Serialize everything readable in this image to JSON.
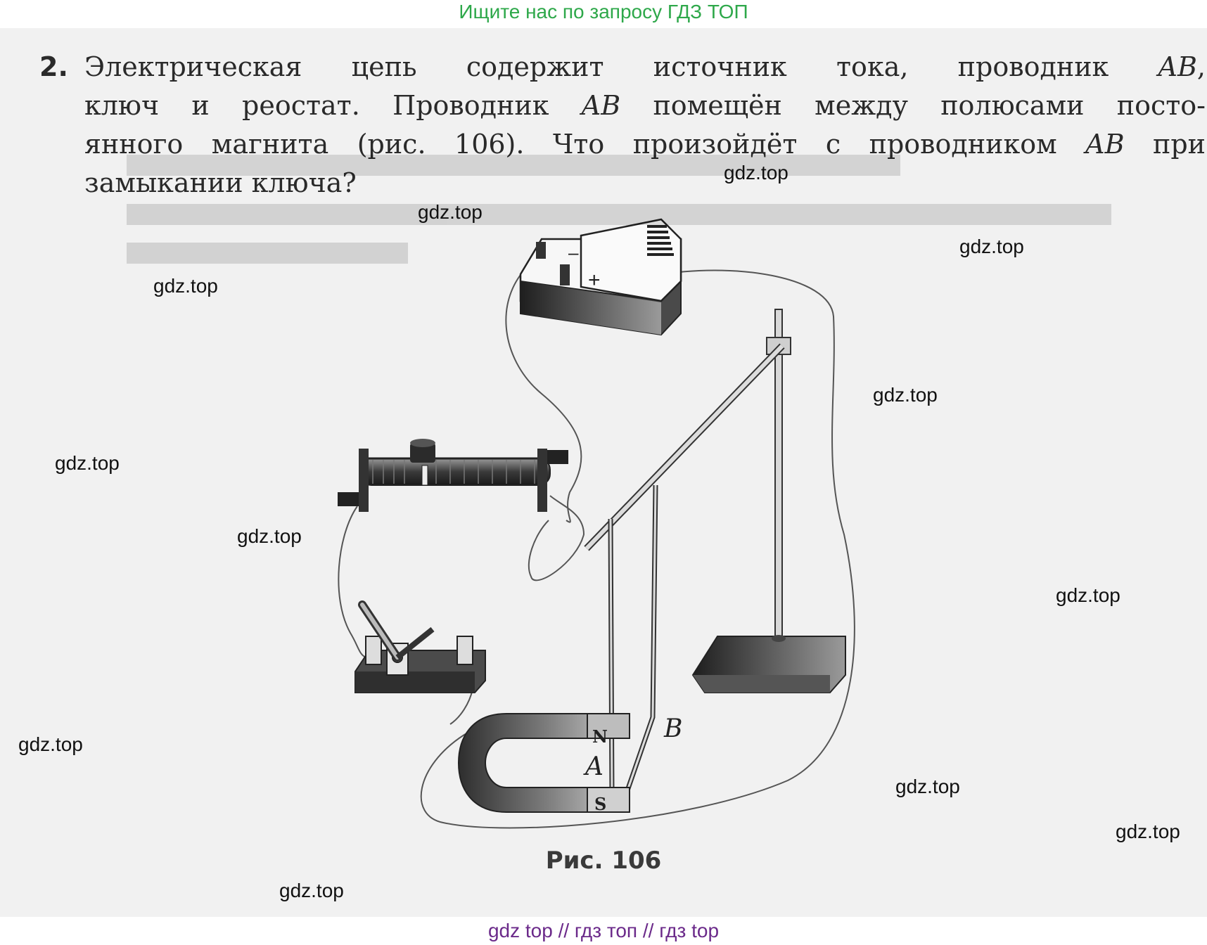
{
  "header": {
    "banner_text": "Ищите нас по запросу ГДЗ ТОП"
  },
  "problem": {
    "number": "2.",
    "line1": {
      "a": "Электрическая цепь содержит источник тока, проводник ",
      "b": "AB",
      "c": ","
    },
    "line2": {
      "a": "ключ и реостат. Проводник ",
      "b": "AB",
      "c": " помещён между полюсами посто-"
    },
    "line3": {
      "a": "янного магнита (рис. 106). Что произойдёт с проводником ",
      "b": "AB",
      "c": " при"
    },
    "line4": "замыкании ключа?"
  },
  "figure": {
    "caption": "Рис. 106",
    "label_a": "A",
    "label_b": "B",
    "pole_n": "N",
    "pole_s": "S",
    "minus": "–",
    "plus": "+"
  },
  "watermarks": [
    "gdz.top",
    "gdz.top",
    "gdz.top",
    "gdz.top",
    "gdz.top",
    "gdz.top",
    "gdz.top",
    "gdz.top",
    "gdz.top",
    "gdz.top",
    "gdz.top",
    "gdz.top"
  ],
  "footer": {
    "banner_text": "gdz top  //  гдз топ  //  гдз top"
  }
}
